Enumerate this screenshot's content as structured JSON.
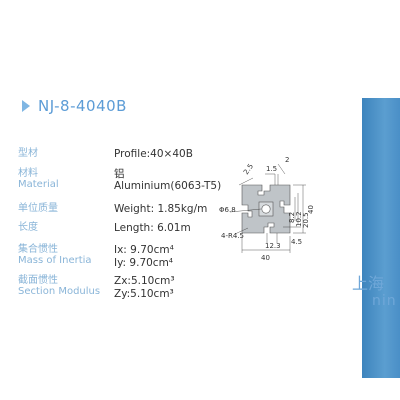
{
  "title": "NJ-8-4040B",
  "specs": [
    {
      "label_cn": "型材",
      "label_en": "",
      "values": [
        "Profile:40×40B"
      ]
    },
    {
      "label_cn": "材料",
      "label_en": "Material",
      "values": [
        "铝",
        "Aluminium(6063-T5)"
      ]
    },
    {
      "label_cn": "单位质量",
      "label_en": "",
      "values": [
        "Weight: 1.85kg/m"
      ]
    },
    {
      "label_cn": "长度",
      "label_en": "",
      "values": [
        "Length: 6.01m"
      ]
    },
    {
      "label_cn": "集合惯性",
      "label_en": "Mass of Inertia",
      "values": [
        "Ix: 9.70cm⁴",
        "Iy: 9.70cm⁴"
      ]
    },
    {
      "label_cn": "截面惯性",
      "label_en": "Section Modulus",
      "values": [
        "Zx:5.10cm³",
        "Zy:5.10cm³"
      ]
    }
  ],
  "drawing": {
    "dims": {
      "d2_5": "2.5",
      "d1_5": "1.5",
      "d2": "2",
      "phi": "Φ6.8",
      "d8_2": "8.2",
      "d10_2": "10.2",
      "d20_5": "20.5",
      "d40_side": "40",
      "r4": "4-R4.5",
      "d12_3": "12.3",
      "d4_5": "4.5",
      "d40_bottom": "40"
    }
  },
  "side_text": {
    "cn": "上海",
    "en": "nin"
  },
  "colors": {
    "accent": "#5c9cd6",
    "label": "#8ab5d8",
    "panel": "#4a8fc7"
  }
}
